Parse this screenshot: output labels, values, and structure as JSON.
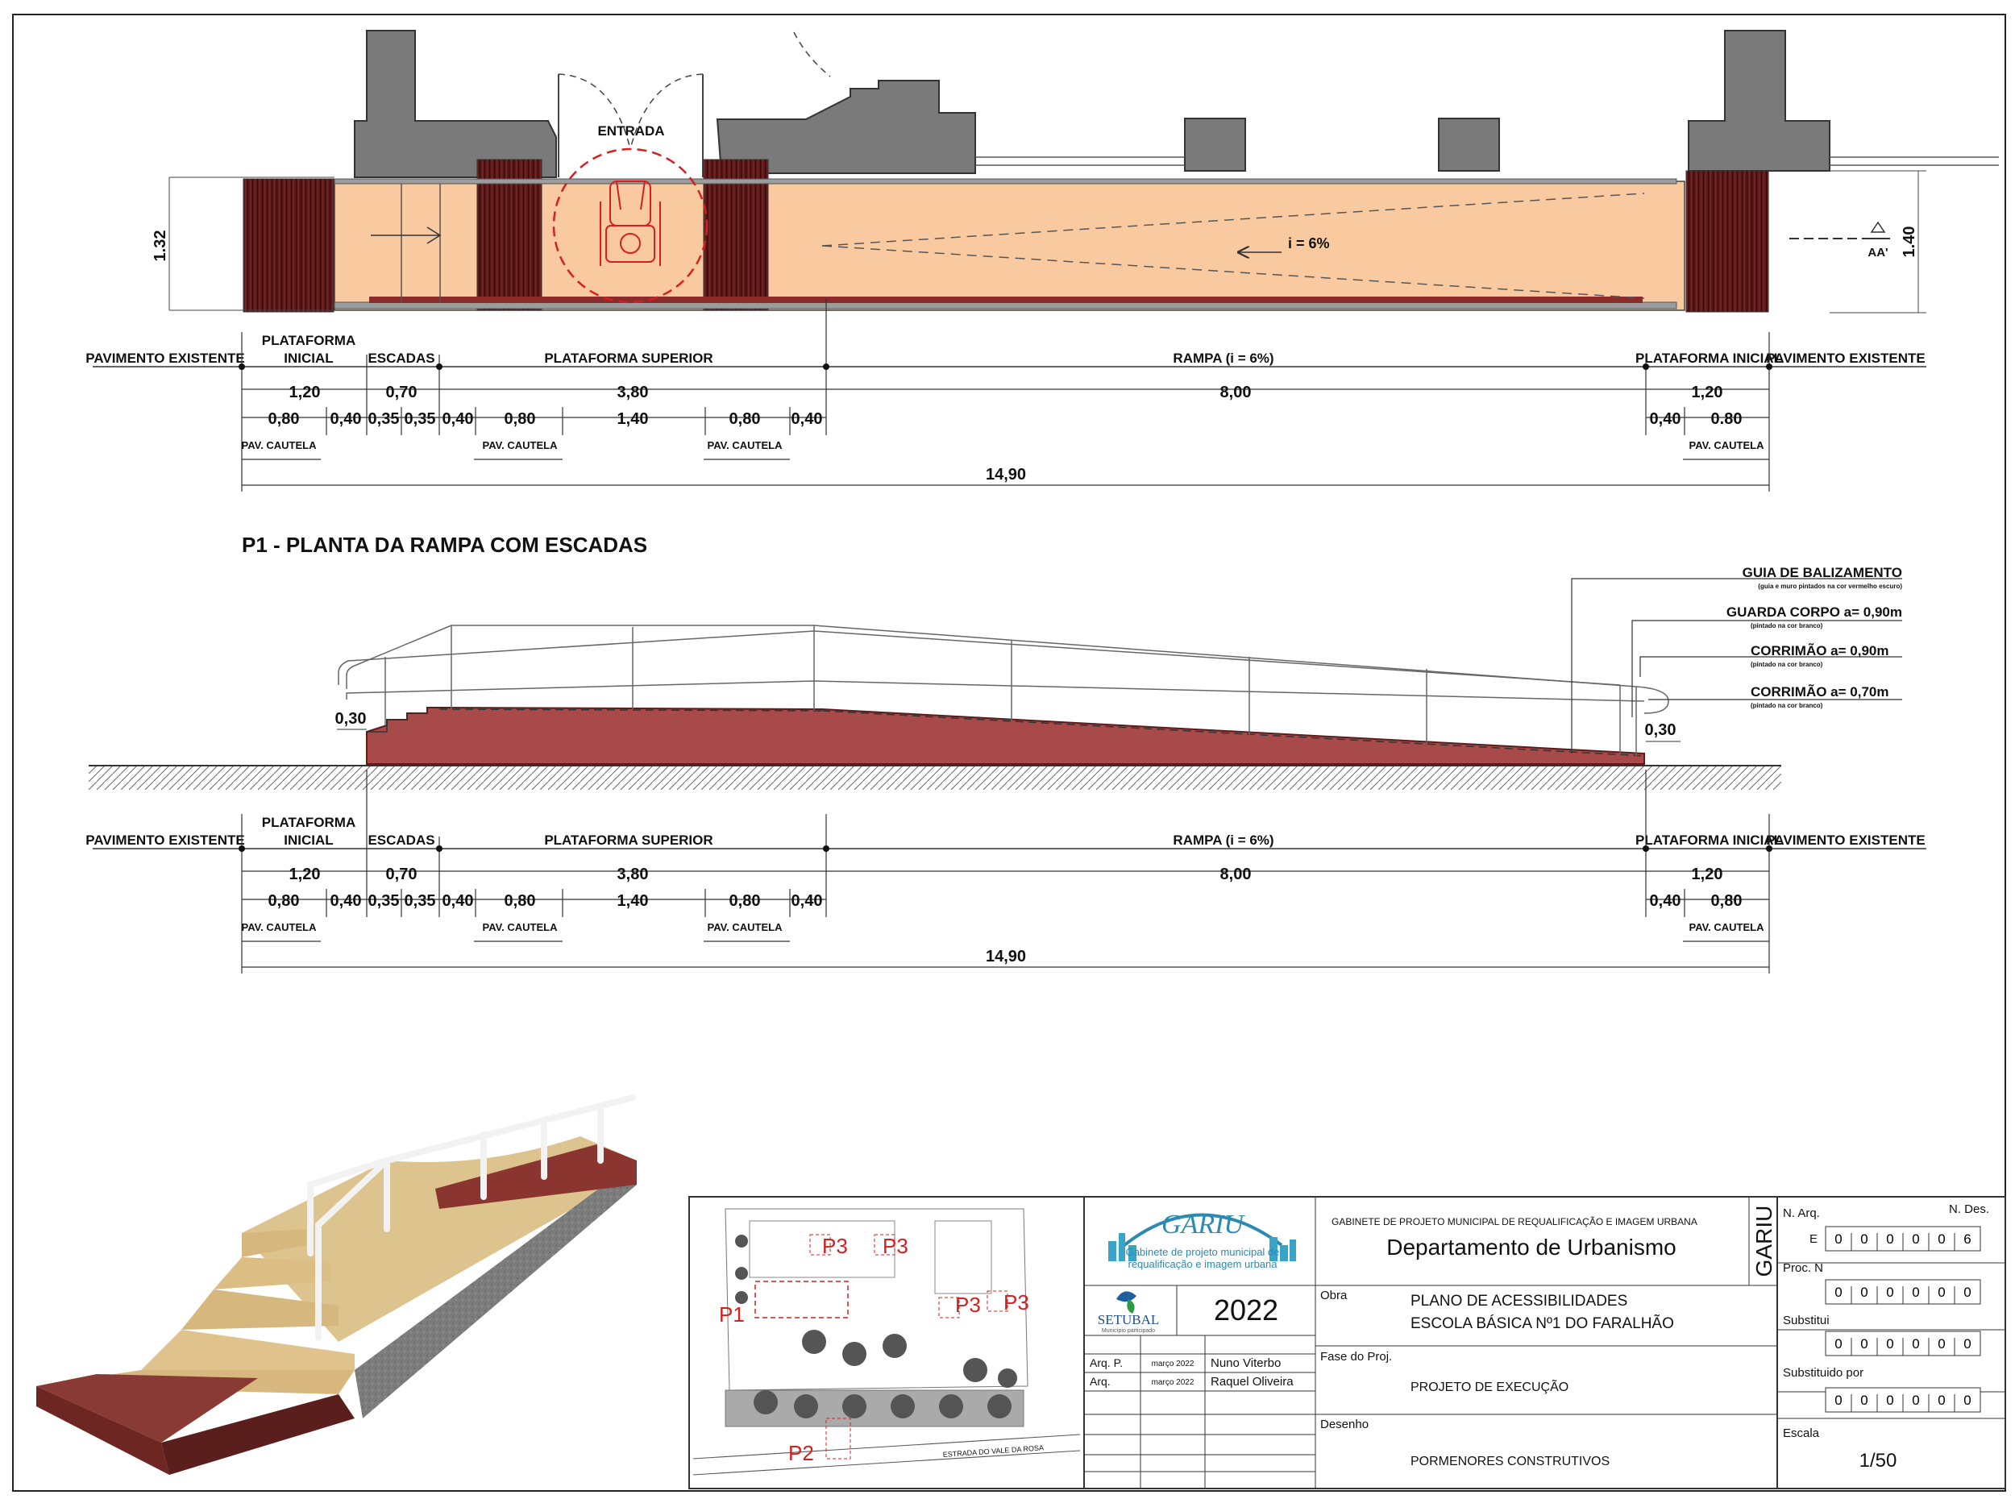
{
  "plan": {
    "entrance": "ENTRADA",
    "slope": "i = 6%",
    "height_left": "1.32",
    "height_right": "1.40",
    "section_mark": "AA'",
    "title": "P1 - PLANTA DA RAMPA COM ESCADAS"
  },
  "zones": {
    "pav_left": "PAVIMENTO EXISTENTE",
    "plat_ini_l1": "PLATAFORMA",
    "plat_ini_l2": "INICIAL",
    "escadas": "ESCADAS",
    "plat_sup": "PLATAFORMA SUPERIOR",
    "rampa": "RAMPA (i = 6%)",
    "plat_ini_right": "PLATAFORMA INICIAL",
    "pav_right": "PAVIMENTO EXISTENTE"
  },
  "dims": {
    "d120": "1,20",
    "d070": "0,70",
    "d380": "3,80",
    "d800": "8,00",
    "d120b": "1,20",
    "d080": "0,80",
    "d040": "0,40",
    "d035": "0,35",
    "d140": "1,40",
    "d080b": "0,80",
    "d080c": "0.80",
    "pav": "PAV. CAUTELA",
    "total": "14,90"
  },
  "section": {
    "h030": "0,30",
    "guia": "GUIA DE BALIZAMENTO",
    "guia_note": "(guia e muro pintados na cor vermelho escuro)",
    "guarda": "GUARDA CORPO a= 0,90m",
    "guarda_note": "(pintado na cor branco)",
    "corr90": "CORRIMÃO a= 0,90m",
    "corr90_note": "(pintado na cor branco)",
    "corr70": "CORRIMÃO a= 0,70m",
    "corr70_note": "(pintado na cor branco)"
  },
  "keymap": {
    "p1": "P1",
    "p2": "P2",
    "p3": "P3",
    "road": "ESTRADA DO VALE DA ROSA"
  },
  "titleblock": {
    "logo": "GARIU",
    "logo_sub1": "Gabinete de projeto municipal de",
    "logo_sub2": "requalificação e imagem urbana",
    "municipio": "SETUBAL",
    "municipio_sub": "Município participado",
    "year": "2022",
    "gabinete": "GABINETE DE PROJETO MUNICIPAL DE REQUALIFICAÇÃO E IMAGEM URBANA",
    "dept": "Departamento de Urbanismo",
    "side": "GARIU",
    "obra_label": "Obra",
    "obra_line1": "PLANO DE ACESSIBILIDADES",
    "obra_line2": "ESCOLA BÁSICA Nº1 DO FARALHÃO",
    "fase_label": "Fase do Proj.",
    "fase": "PROJETO DE EXECUÇÃO",
    "desenho_label": "Desenho",
    "desenho": "PORMENORES CONSTRUTIVOS",
    "arq_p": "Arq. P.",
    "arq": "Arq.",
    "date1": "março 2022",
    "date2": "março 2022",
    "name1": "Nuno Viterbo",
    "name2": "Raquel Oliveira",
    "n_arq": "N. Arq.",
    "n_des": "N. Des.",
    "e": "E",
    "narq_digits": [
      "0",
      "0",
      "0",
      "0",
      "0",
      "6"
    ],
    "proc": "Proc. N",
    "proc_digits": [
      "0",
      "0",
      "0",
      "0",
      "0",
      "0"
    ],
    "substitui": "Substitui",
    "subst_digits": [
      "0",
      "0",
      "0",
      "0",
      "0",
      "0"
    ],
    "substituido": "Substituido por",
    "substby_digits": [
      "0",
      "0",
      "0",
      "0",
      "0",
      "0"
    ],
    "escala_label": "Escala",
    "escala": "1/50"
  }
}
